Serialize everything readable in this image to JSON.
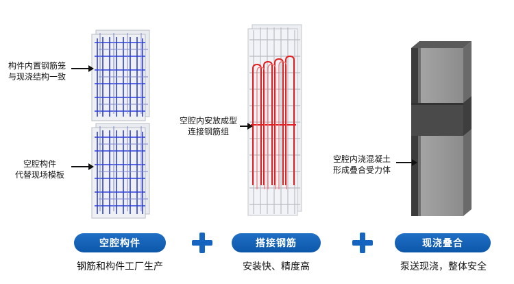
{
  "callouts": {
    "c1_line1": "构件内置钢筋笼",
    "c1_line2": "与现浇结构一致",
    "c2_line1": "空腔构件",
    "c2_line2": "代替现场模板",
    "c3_line1": "空腔内安放成型",
    "c3_line2": "连接钢筋组",
    "c4_line1": "空腔内浇混凝土",
    "c4_line2": "形成叠合受力体"
  },
  "steps": [
    {
      "label": "空腔构件",
      "caption": "钢筋和构件工厂生产"
    },
    {
      "label": "搭接钢筋",
      "caption": "安装快、精度高"
    },
    {
      "label": "现浇叠合",
      "caption": "泵送现浇，整体安全"
    }
  ],
  "colors": {
    "pill": "#1565c0",
    "cage": "#2b3fd6",
    "rebar_red": "#e02020",
    "wall": "#8a8a8a"
  },
  "icons": [
    "plus-icon",
    "arrow-icon"
  ]
}
